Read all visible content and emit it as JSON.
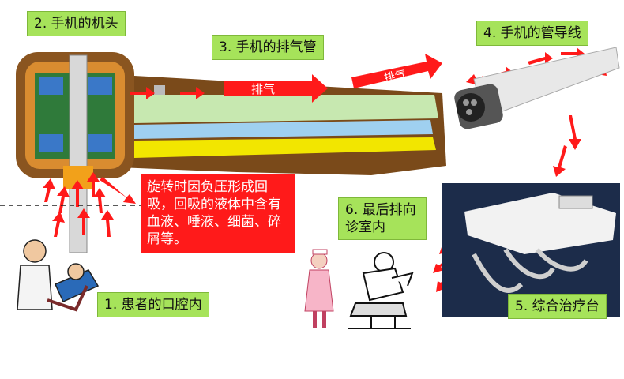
{
  "labels": {
    "handpiece_head": "2. 手机的机头",
    "exhaust_pipe": "3. 手机的排气管",
    "tubing": "4. 手机的管导线",
    "patient_mouth": "1. 患者的口腔内",
    "treatment_unit": "5. 综合治疗台",
    "final_discharge": "6. 最后排向 诊室内"
  },
  "callout": "旋转时因负压形成回吸，回吸的液体中含有血液、唾液、细菌、碎屑等。",
  "arrow_texts": {
    "exhaust1": "排气",
    "exhaust2": "排气"
  },
  "colors": {
    "label_bg": "#a6e35a",
    "arrow_red": "#ff1a1a",
    "handpiece_brown": "#7a4a1a",
    "channel_green": "#c7e8b0",
    "channel_yellow": "#f2e600",
    "channel_blue": "#9fd0f0"
  }
}
